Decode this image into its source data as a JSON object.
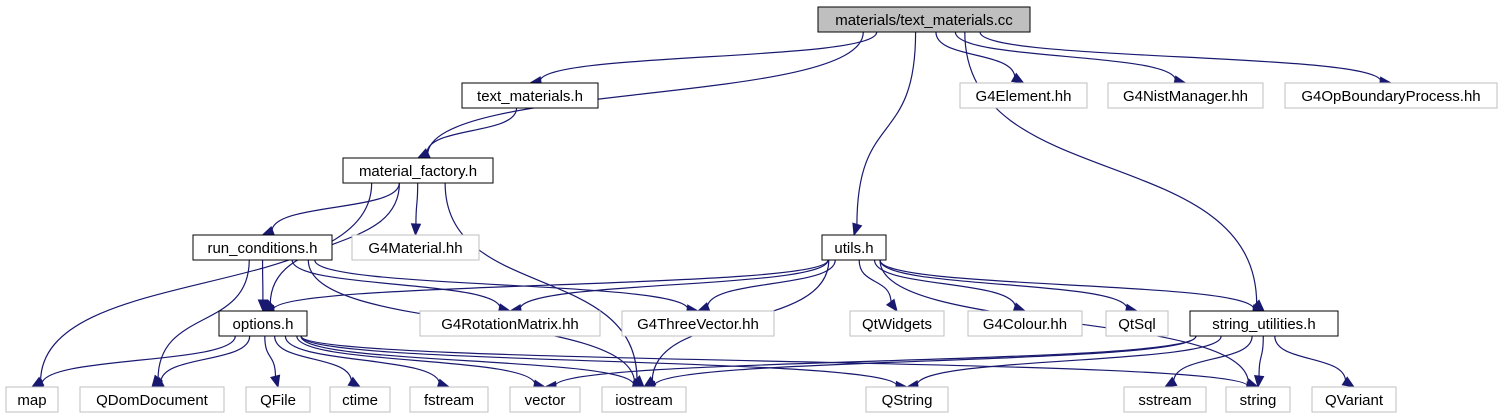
{
  "diagram": {
    "nodes": [
      {
        "id": "text_materials_cc",
        "label": "materials/text_materials.cc",
        "kind": "main"
      },
      {
        "id": "text_materials_h",
        "label": "text_materials.h",
        "kind": "local"
      },
      {
        "id": "material_factory_h",
        "label": "material_factory.h",
        "kind": "local"
      },
      {
        "id": "run_conditions_h",
        "label": "run_conditions.h",
        "kind": "local"
      },
      {
        "id": "options_h",
        "label": "options.h",
        "kind": "local"
      },
      {
        "id": "utils_h",
        "label": "utils.h",
        "kind": "local"
      },
      {
        "id": "string_utilities_h",
        "label": "string_utilities.h",
        "kind": "local"
      },
      {
        "id": "G4Element_hh",
        "label": "G4Element.hh",
        "kind": "system"
      },
      {
        "id": "G4NistManager_hh",
        "label": "G4NistManager.hh",
        "kind": "system"
      },
      {
        "id": "G4OpBoundaryProcess_hh",
        "label": "G4OpBoundaryProcess.hh",
        "kind": "system"
      },
      {
        "id": "G4Material_hh",
        "label": "G4Material.hh",
        "kind": "system"
      },
      {
        "id": "G4RotationMatrix_hh",
        "label": "G4RotationMatrix.hh",
        "kind": "system"
      },
      {
        "id": "G4ThreeVector_hh",
        "label": "G4ThreeVector.hh",
        "kind": "system"
      },
      {
        "id": "QtWidgets",
        "label": "QtWidgets",
        "kind": "system"
      },
      {
        "id": "G4Colour_hh",
        "label": "G4Colour.hh",
        "kind": "system"
      },
      {
        "id": "QtSql",
        "label": "QtSql",
        "kind": "system"
      },
      {
        "id": "map",
        "label": "map",
        "kind": "system"
      },
      {
        "id": "QDomDocument",
        "label": "QDomDocument",
        "kind": "system"
      },
      {
        "id": "QFile",
        "label": "QFile",
        "kind": "system"
      },
      {
        "id": "ctime",
        "label": "ctime",
        "kind": "system"
      },
      {
        "id": "fstream",
        "label": "fstream",
        "kind": "system"
      },
      {
        "id": "vector",
        "label": "vector",
        "kind": "system"
      },
      {
        "id": "iostream",
        "label": "iostream",
        "kind": "system"
      },
      {
        "id": "QString",
        "label": "QString",
        "kind": "system"
      },
      {
        "id": "sstream",
        "label": "sstream",
        "kind": "system"
      },
      {
        "id": "string",
        "label": "string",
        "kind": "system"
      },
      {
        "id": "QVariant",
        "label": "QVariant",
        "kind": "system"
      }
    ],
    "edges": [
      [
        "text_materials_cc",
        "text_materials_h"
      ],
      [
        "text_materials_cc",
        "material_factory_h"
      ],
      [
        "text_materials_cc",
        "utils_h"
      ],
      [
        "text_materials_cc",
        "string_utilities_h"
      ],
      [
        "text_materials_cc",
        "G4Element_hh"
      ],
      [
        "text_materials_cc",
        "G4NistManager_hh"
      ],
      [
        "text_materials_cc",
        "G4OpBoundaryProcess_hh"
      ],
      [
        "text_materials_h",
        "material_factory_h"
      ],
      [
        "material_factory_h",
        "run_conditions_h"
      ],
      [
        "material_factory_h",
        "G4Material_hh"
      ],
      [
        "material_factory_h",
        "options_h"
      ],
      [
        "material_factory_h",
        "map"
      ],
      [
        "material_factory_h",
        "iostream"
      ],
      [
        "run_conditions_h",
        "options_h"
      ],
      [
        "run_conditions_h",
        "G4RotationMatrix_hh"
      ],
      [
        "run_conditions_h",
        "G4ThreeVector_hh"
      ],
      [
        "run_conditions_h",
        "QDomDocument"
      ],
      [
        "run_conditions_h",
        "iostream"
      ],
      [
        "utils_h",
        "options_h"
      ],
      [
        "utils_h",
        "G4RotationMatrix_hh"
      ],
      [
        "utils_h",
        "G4ThreeVector_hh"
      ],
      [
        "utils_h",
        "QtWidgets"
      ],
      [
        "utils_h",
        "G4Colour_hh"
      ],
      [
        "utils_h",
        "QtSql"
      ],
      [
        "utils_h",
        "string_utilities_h"
      ],
      [
        "utils_h",
        "iostream"
      ],
      [
        "utils_h",
        "string"
      ],
      [
        "options_h",
        "map"
      ],
      [
        "options_h",
        "QDomDocument"
      ],
      [
        "options_h",
        "QFile"
      ],
      [
        "options_h",
        "ctime"
      ],
      [
        "options_h",
        "fstream"
      ],
      [
        "options_h",
        "vector"
      ],
      [
        "options_h",
        "iostream"
      ],
      [
        "options_h",
        "QString"
      ],
      [
        "options_h",
        "string"
      ],
      [
        "string_utilities_h",
        "sstream"
      ],
      [
        "string_utilities_h",
        "string"
      ],
      [
        "string_utilities_h",
        "QVariant"
      ],
      [
        "string_utilities_h",
        "QString"
      ],
      [
        "string_utilities_h",
        "iostream"
      ],
      [
        "string_utilities_h",
        "vector"
      ]
    ]
  },
  "colors": {
    "edge": "#191970",
    "main_fill": "#bfbfbf",
    "local_border": "#000000",
    "system_border": "#bfbfbf"
  }
}
